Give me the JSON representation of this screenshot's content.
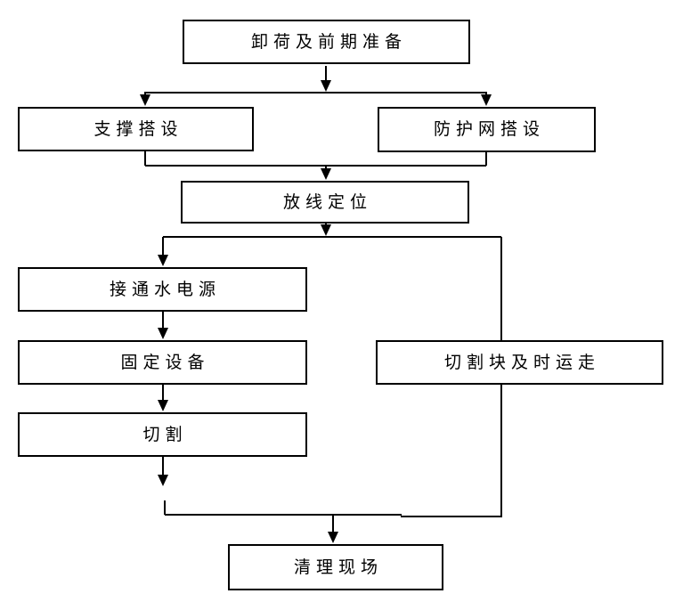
{
  "diagram": {
    "type": "flowchart",
    "background_color": "#ffffff",
    "line_color": "#000000",
    "nodes": [
      {
        "id": "unload",
        "label": "卸荷及前期准备"
      },
      {
        "id": "support",
        "label": "支撑搭设"
      },
      {
        "id": "net",
        "label": "防护网搭设"
      },
      {
        "id": "locate",
        "label": "放线定位"
      },
      {
        "id": "power",
        "label": "接通水电源"
      },
      {
        "id": "fix",
        "label": "固定设备"
      },
      {
        "id": "remove",
        "label": "切割块及时运走"
      },
      {
        "id": "cut",
        "label": "切割"
      },
      {
        "id": "clean",
        "label": "清理现场"
      }
    ],
    "edges": [
      {
        "from": "unload",
        "to": "support"
      },
      {
        "from": "unload",
        "to": "net"
      },
      {
        "from": "support",
        "to": "locate"
      },
      {
        "from": "net",
        "to": "locate"
      },
      {
        "from": "locate",
        "to": "power"
      },
      {
        "from": "locate",
        "to": "remove"
      },
      {
        "from": "power",
        "to": "fix"
      },
      {
        "from": "fix",
        "to": "cut"
      },
      {
        "from": "cut",
        "to": "clean"
      },
      {
        "from": "remove",
        "to": "clean"
      }
    ]
  }
}
